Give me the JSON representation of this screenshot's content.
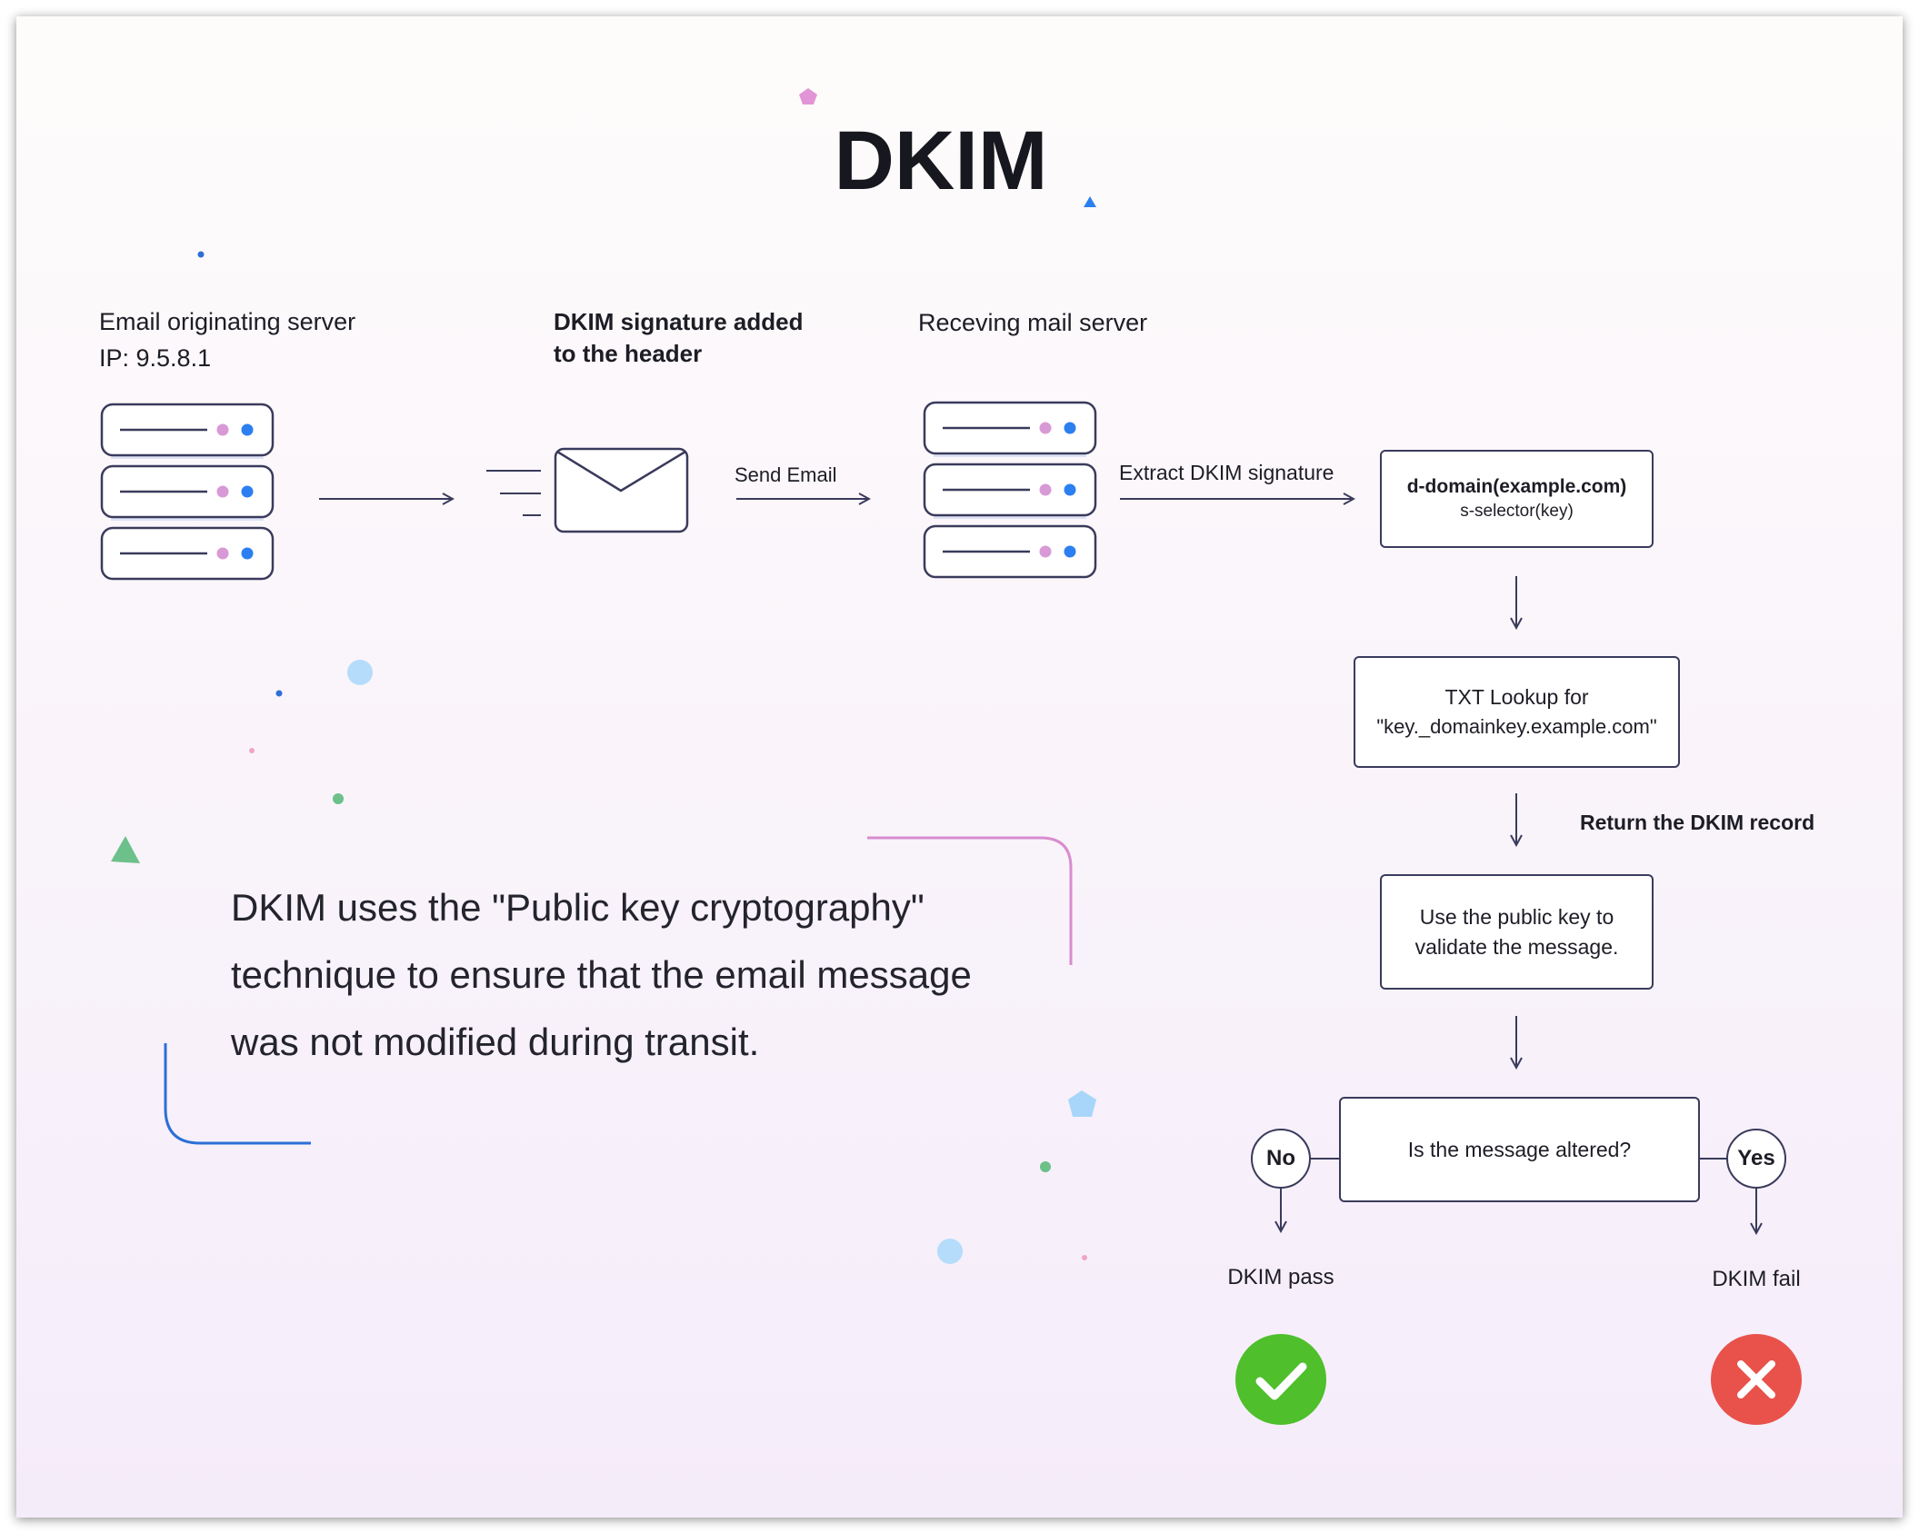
{
  "title": "DKIM",
  "steps": {
    "origin_label": "Email originating server",
    "origin_ip": "IP: 9.5.8.1",
    "signature_line1": "DKIM signature added",
    "signature_line2": "to the header",
    "receiving_label": "Receving mail server",
    "send_email": "Send Email",
    "extract": "Extract DKIM signature"
  },
  "boxes": {
    "domain_line1": "d-domain(example.com)",
    "domain_line2": "s-selector(key)",
    "lookup_line1": "TXT Lookup for",
    "lookup_line2": "\"key._domainkey.example.com\"",
    "return_record": "Return the DKIM record",
    "validate_line1": "Use the public key to",
    "validate_line2": "validate the message.",
    "question": "Is the message altered?",
    "no": "No",
    "yes": "Yes",
    "pass": "DKIM pass",
    "fail": "DKIM fail"
  },
  "description": {
    "line1": "DKIM uses the \"Public key cryptography\"",
    "line2": "technique to ensure that the email message",
    "line3": "was not modified during transit."
  },
  "colors": {
    "ink": "#3a3b5c",
    "pass_green": "#4fbf2c",
    "fail_red": "#e8524a",
    "dot_pink": "#d89ad6",
    "dot_blue": "#2c7ff0",
    "accent_pink": "#d98ccf",
    "accent_blue": "#2c6fd6"
  },
  "icons": [
    "server-icon",
    "envelope-icon",
    "check-icon",
    "cross-icon"
  ]
}
